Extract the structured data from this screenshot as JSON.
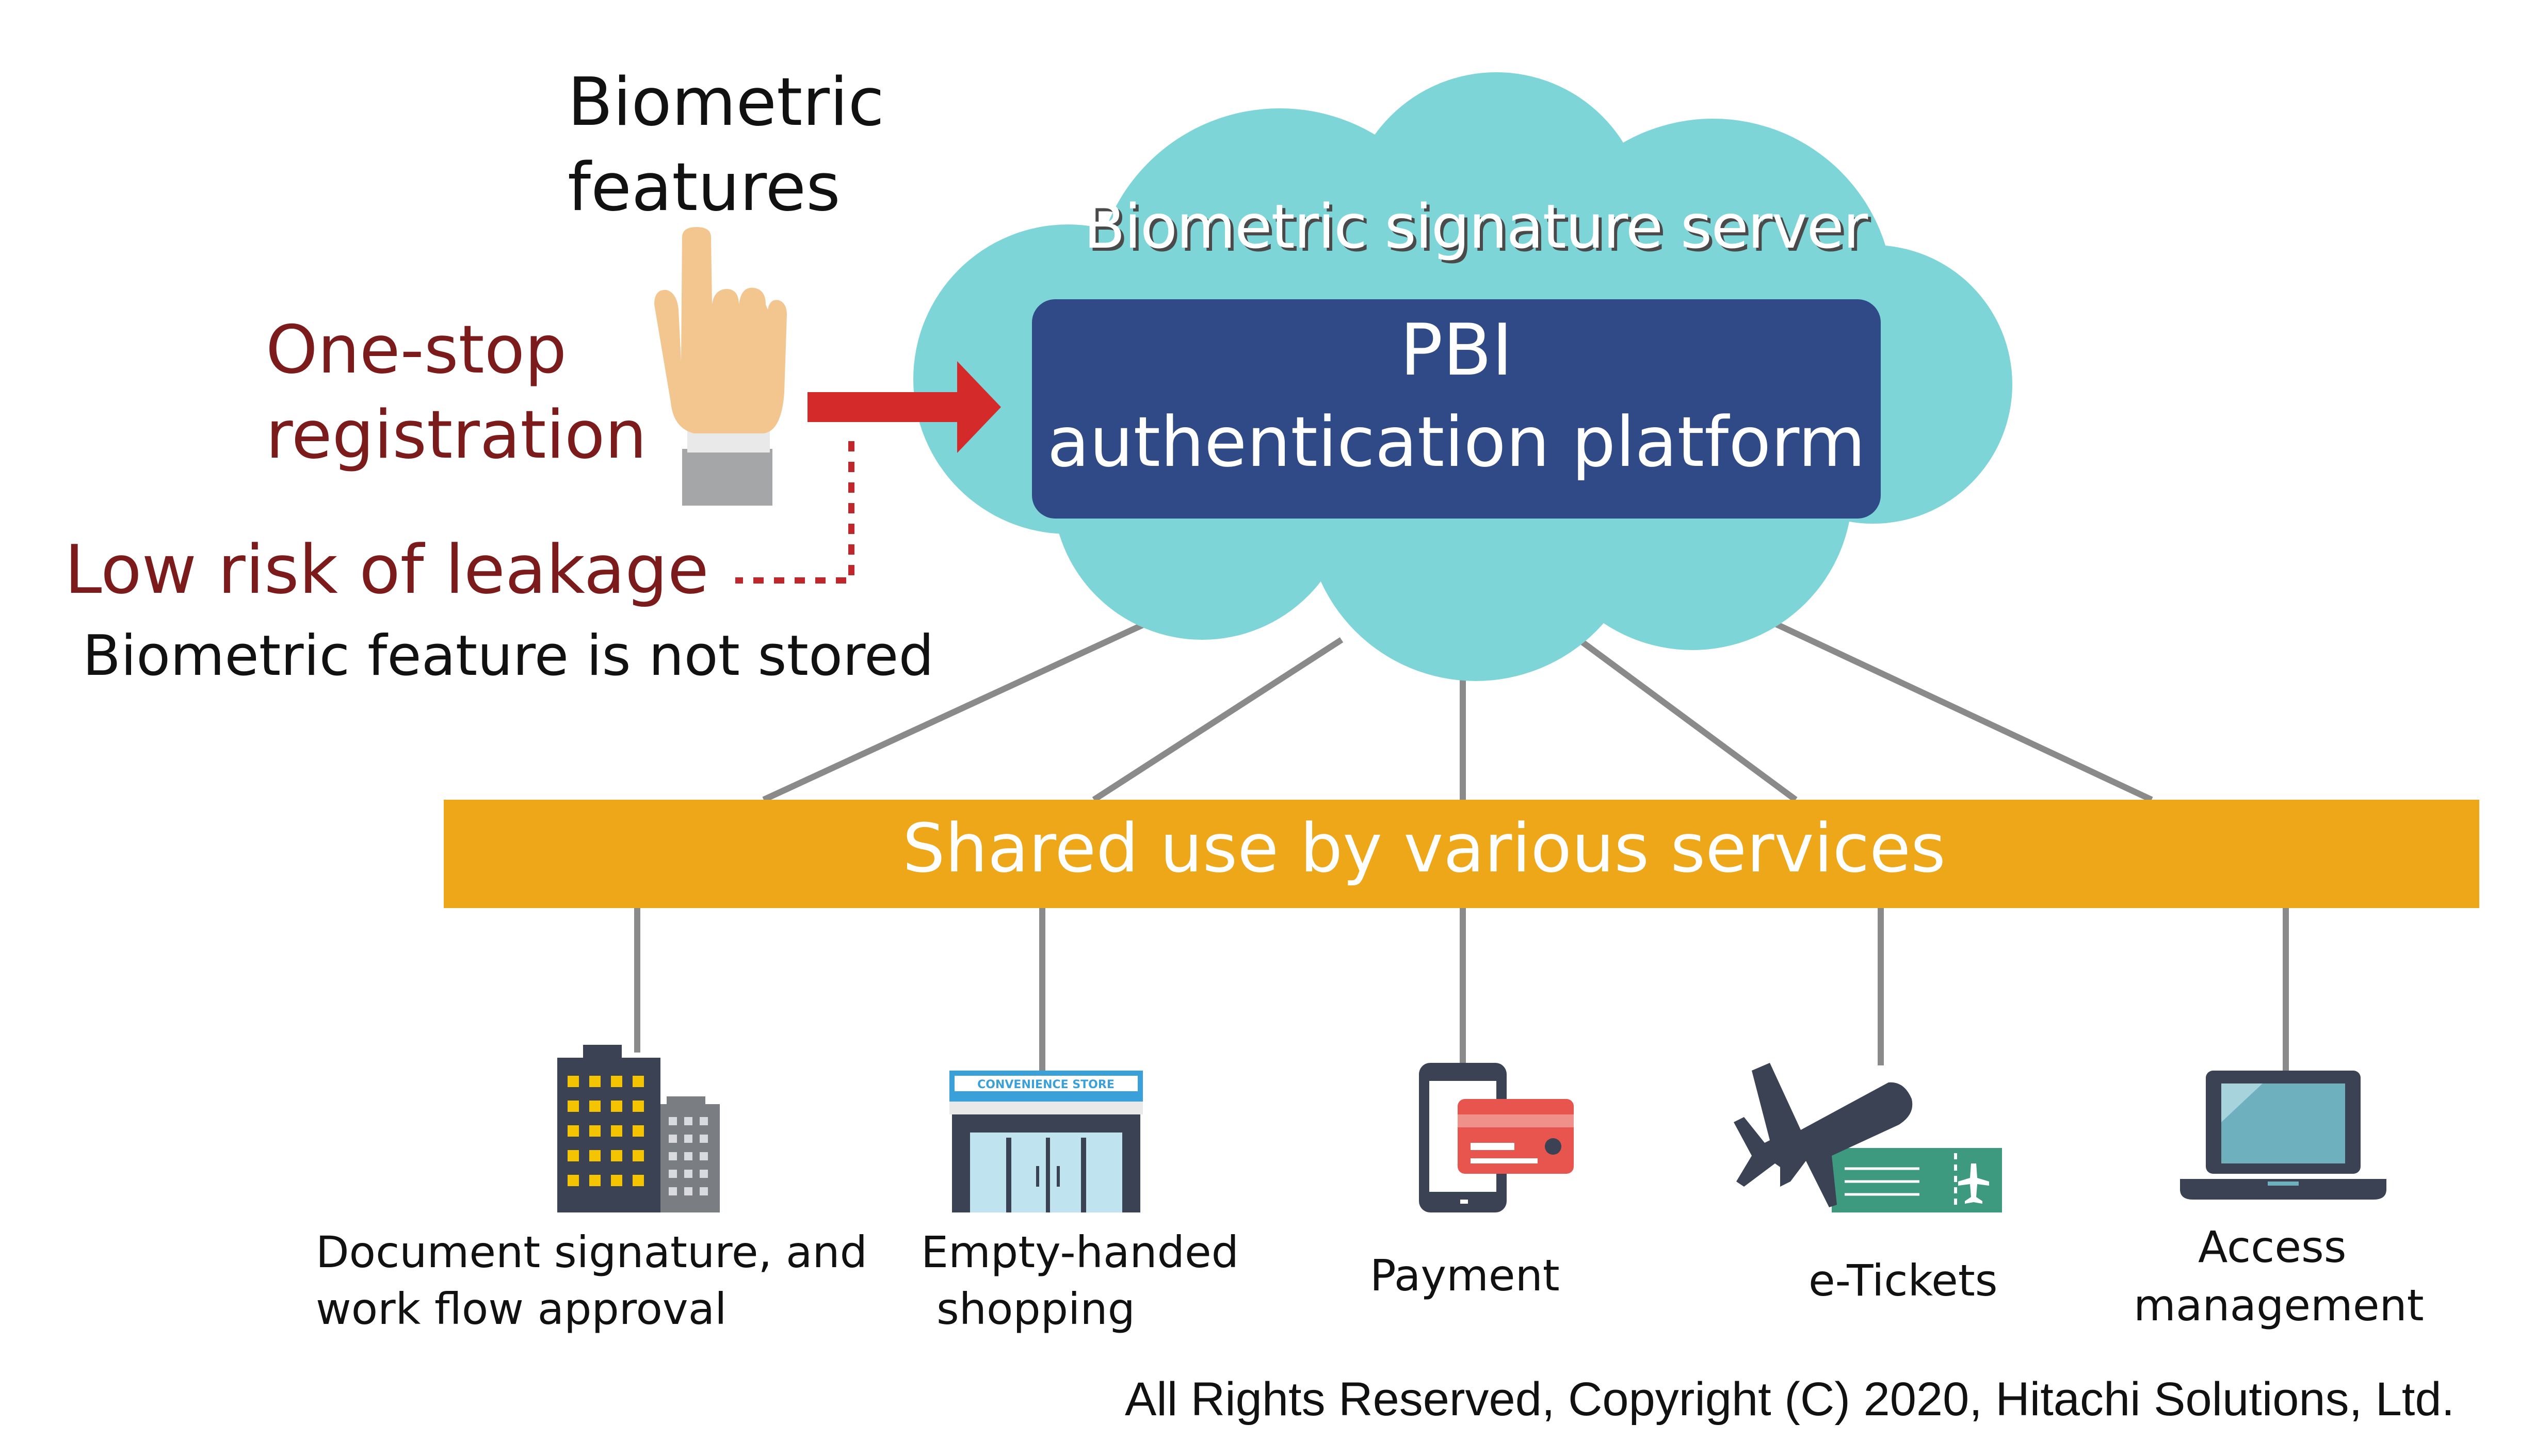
{
  "left": {
    "biometric_line1": "Biometric",
    "biometric_line2": "features",
    "onestop_line1": "One-stop",
    "onestop_line2": "registration",
    "low_risk": "Low risk of leakage",
    "not_stored": "Biometric feature is not stored"
  },
  "cloud": {
    "title": "Biometric signature server",
    "platform_line1": "PBI",
    "platform_line2": "authentication platform"
  },
  "band": {
    "label": "Shared use by various services"
  },
  "services": [
    {
      "line1": "Document signature, and",
      "line2": "work flow approval",
      "icon": "office-buildings-icon"
    },
    {
      "line1": "Empty-handed",
      "line2": "shopping",
      "icon": "convenience-store-icon",
      "sign": "CONVENIENCE STORE"
    },
    {
      "line1": "Payment",
      "line2": "",
      "icon": "smartphone-credit-card-icon"
    },
    {
      "line1": "e-Tickets",
      "line2": "",
      "icon": "airplane-ticket-icon"
    },
    {
      "line1": "Access",
      "line2": "management",
      "icon": "laptop-icon"
    }
  ],
  "copyright": "All Rights Reserved, Copyright (C) 2020, Hitachi Solutions, Ltd.",
  "colors": {
    "cloud": "#7dd5d8",
    "platform_box": "#304a87",
    "band": "#eda719",
    "arrow": "#d42a2a",
    "dotted_line": "#c0272d",
    "connector": "#8a8a8a",
    "heading_red": "#7b1b1b"
  }
}
